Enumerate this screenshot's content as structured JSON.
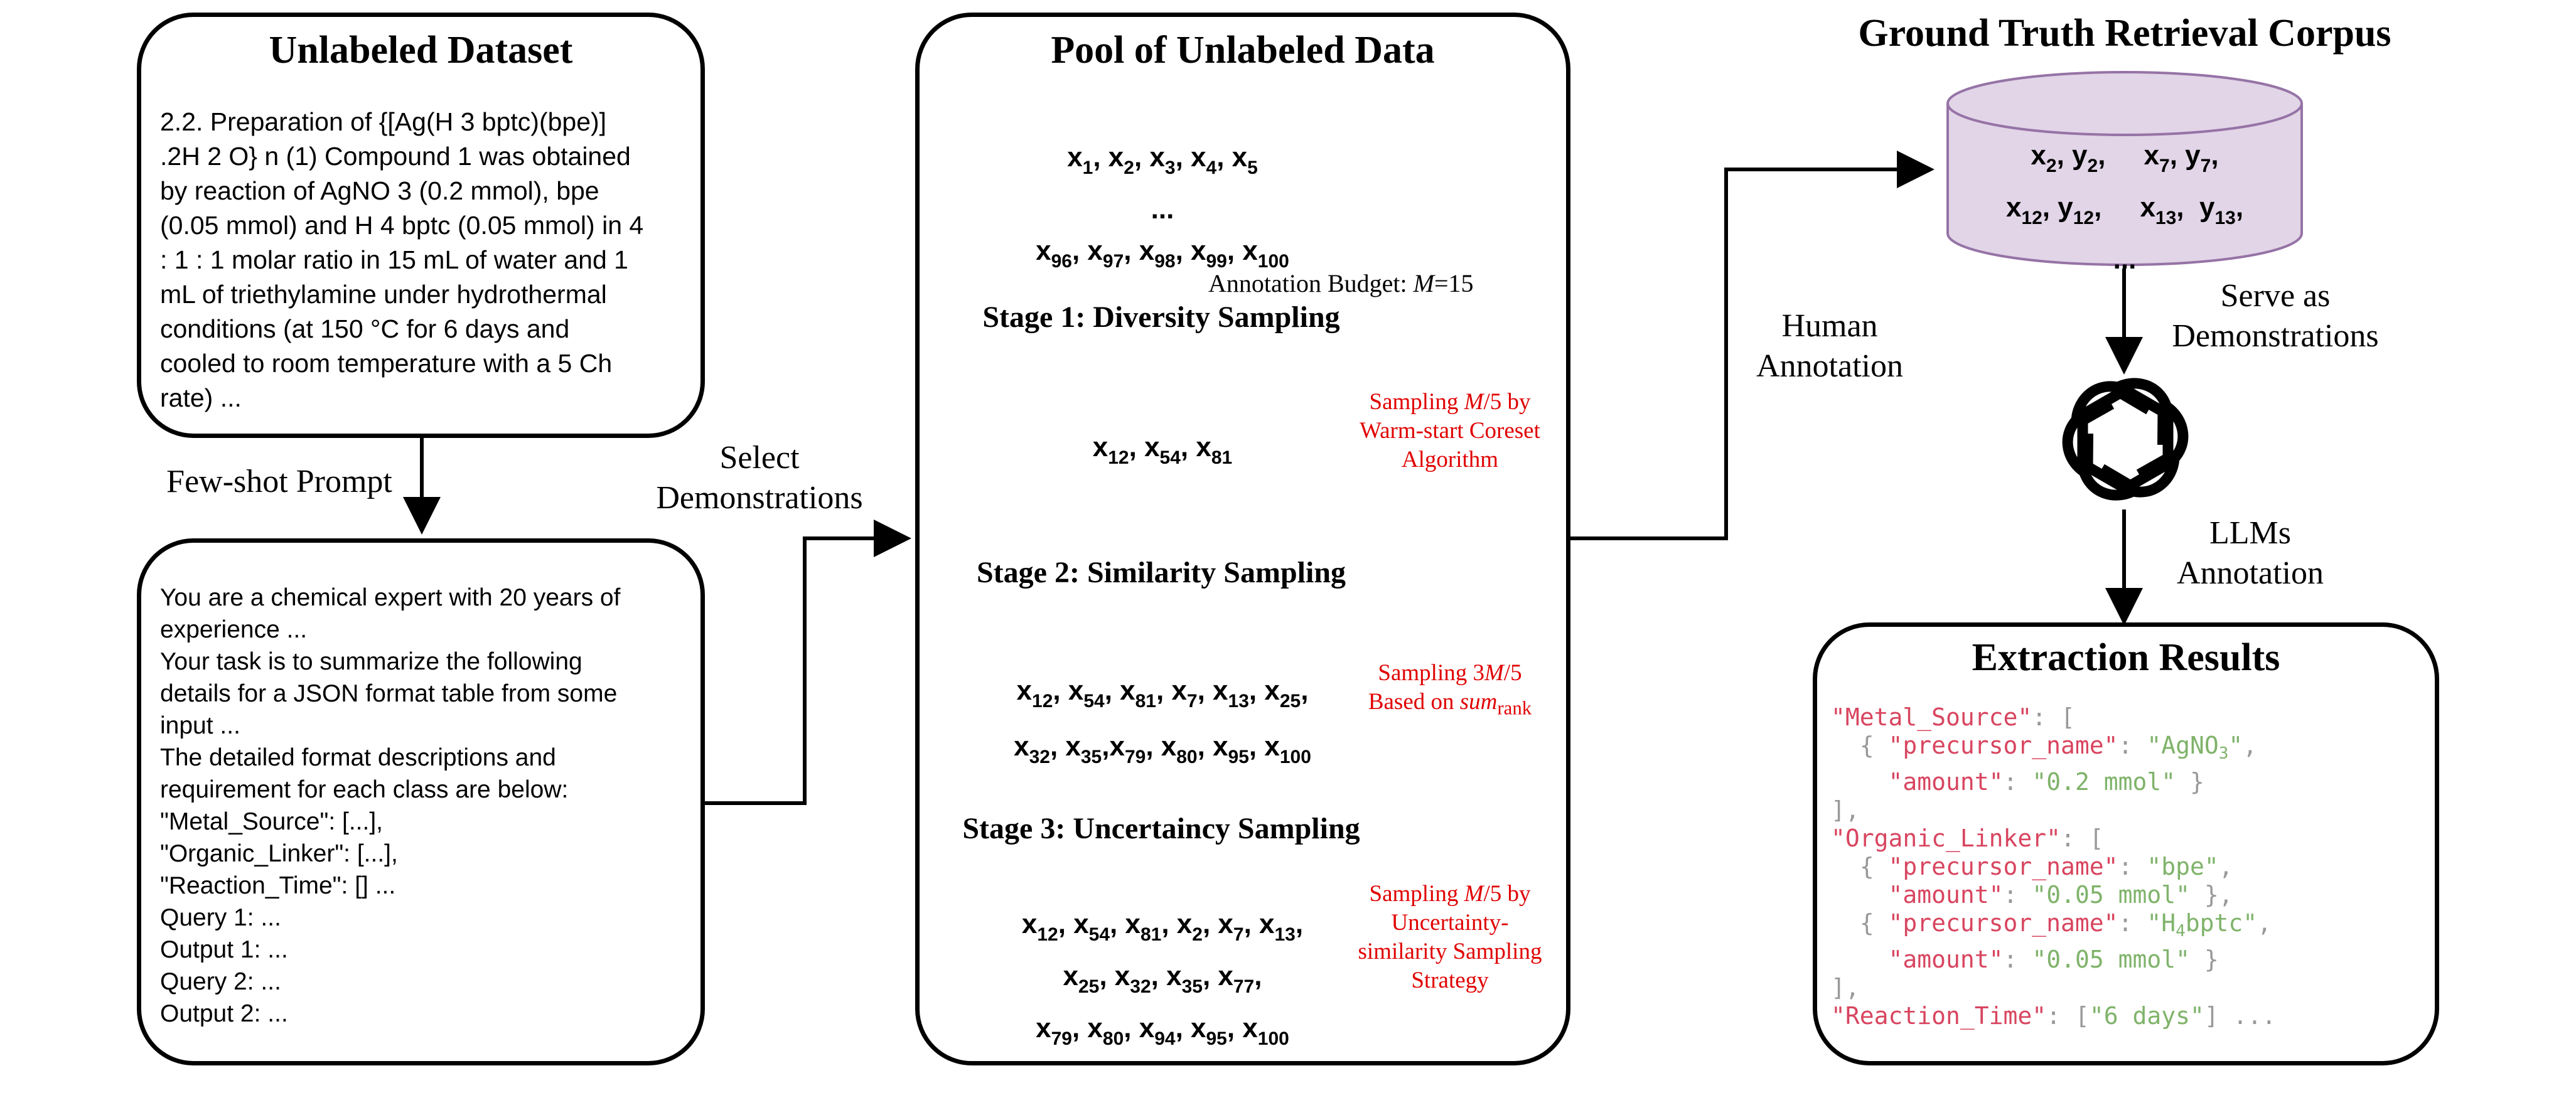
{
  "unlabeled_dataset": {
    "title": "Unlabeled Dataset",
    "lines": [
      "2.2. Preparation of {[Ag(H 3 bptc)(bpe)]",
      ".2H 2 O} n (1) Compound 1 was obtained",
      "by reaction of AgNO 3 (0.2 mmol), bpe",
      "(0.05 mmol) and H 4 bptc (0.05 mmol) in 4",
      ": 1 : 1 molar ratio in 15 mL of water and 1",
      "mL of triethylamine under hydrothermal",
      "conditions (at 150 °C for 6 days and",
      "cooled to room temperature with a 5 Ch",
      "rate) ..."
    ]
  },
  "few_shot_label": "Few-shot Prompt",
  "prompt_box": {
    "lines": [
      "You are a chemical expert with 20 years of",
      "experience ...",
      "Your task is to summarize the following",
      "details for a JSON format table from some",
      "input ...",
      "The detailed format descriptions and",
      "requirement for each class are below:",
      "\"Metal_Source\": [...],",
      "\"Organic_Linker\": [...],",
      "\"Reaction_Time\": [] ...",
      "Query 1: ...",
      "Output 1: ...",
      "Query 2: ...",
      "Output 2: ..."
    ]
  },
  "select_label": {
    "line1": "Select",
    "line2": "Demonstrations"
  },
  "pool": {
    "title": "Pool of Unlabeled Data",
    "top_cyl": {
      "line1": "x<sub>1</sub>, x<sub>2</sub>, x<sub>3</sub>, x<sub>4</sub>, x<sub>5</sub>",
      "line2": "...",
      "line3": "x<sub>96</sub>, x<sub>97</sub>, x<sub>98</sub>, x<sub>99</sub>, x<sub>100</sub>"
    },
    "budget_prefix": "Annotation Budget: ",
    "budget_var": "M",
    "budget_value": "=15",
    "stage1": {
      "title": "Stage 1: Diversity Sampling",
      "cyl": "x<sub>12</sub>, x<sub>54</sub>, x<sub>81</sub>",
      "note": "Sampling <i>M</i>/5 by<br>Warm-start Coreset<br>Algorithm"
    },
    "stage2": {
      "title": "Stage 2: Similarity Sampling",
      "cyl_line1": "x<sub>12</sub>, x<sub>54</sub>, x<sub>81</sub>, x<sub>7</sub>, x<sub>13</sub>, x<sub>25</sub>,",
      "cyl_line2": "x<sub>32</sub>, x<sub>35</sub>,x<sub>79</sub>, x<sub>80</sub>, x<sub>95</sub>, x<sub>100</sub>",
      "note": "Sampling 3<i>M</i>/5<br>Based on <i>sum</i><sub>rank</sub>"
    },
    "stage3": {
      "title": "Stage 3: Uncertaincy Sampling",
      "cyl_line1": "x<sub>12</sub>, x<sub>54</sub>, x<sub>81</sub>, x<sub>2</sub>, x<sub>7</sub>, x<sub>13</sub>,",
      "cyl_line2": "x<sub>25</sub>, x<sub>32</sub>, x<sub>35</sub>, x<sub>77</sub>,",
      "cyl_line3": "x<sub>79</sub>, x<sub>80</sub>, x<sub>94</sub>, x<sub>95</sub>, x<sub>100</sub>",
      "note": "Sampling <i>M</i>/5 by<br>Uncertainty-<br>similarity Sampling<br>Strategy"
    }
  },
  "human_label": {
    "line1": "Human",
    "line2": "Annotation"
  },
  "ground_truth": {
    "title": "Ground Truth Retrieval Corpus",
    "line1": "x<sub>2</sub>, y<sub>2</sub>,&nbsp;&nbsp;&nbsp;&nbsp; x<sub>7</sub>, y<sub>7</sub>,",
    "line2": "x<sub>12</sub>, y<sub>12</sub>,&nbsp;&nbsp;&nbsp;&nbsp; x<sub>13</sub>,&nbsp; y<sub>13</sub>,",
    "line3": "..."
  },
  "serve_label": {
    "line1": "Serve as",
    "line2": "Demonstrations"
  },
  "llm_label": {
    "line1": "LLMs",
    "line2": "Annotation"
  },
  "extraction": {
    "title": "Extraction Results",
    "code_html": "<span class=\"k\">\"Metal_Source\"</span>: [\n  { <span class=\"k\">\"precursor_name\"</span>: <span class=\"s\">\"AgNO<sub>3</sub>\"</span>,\n    <span class=\"k\">\"amount\"</span>: <span class=\"s\">\"0.2 mmol\"</span> }\n],\n<span class=\"k\">\"Organic_Linker\"</span>: [\n  { <span class=\"k\">\"precursor_name\"</span>: <span class=\"s\">\"bpe\"</span>,\n    <span class=\"k\">\"amount\"</span>: <span class=\"s\">\"0.05 mmol\"</span> },\n  { <span class=\"k\">\"precursor_name\"</span>: <span class=\"s\">\"H<sub>4</sub>bptc\"</span>,\n    <span class=\"k\">\"amount\"</span>: <span class=\"s\">\"0.05 mmol\"</span> }\n],\n<span class=\"k\">\"Reaction_Time\"</span>: [<span class=\"s\">\"6 days\"</span>] ..."
  }
}
